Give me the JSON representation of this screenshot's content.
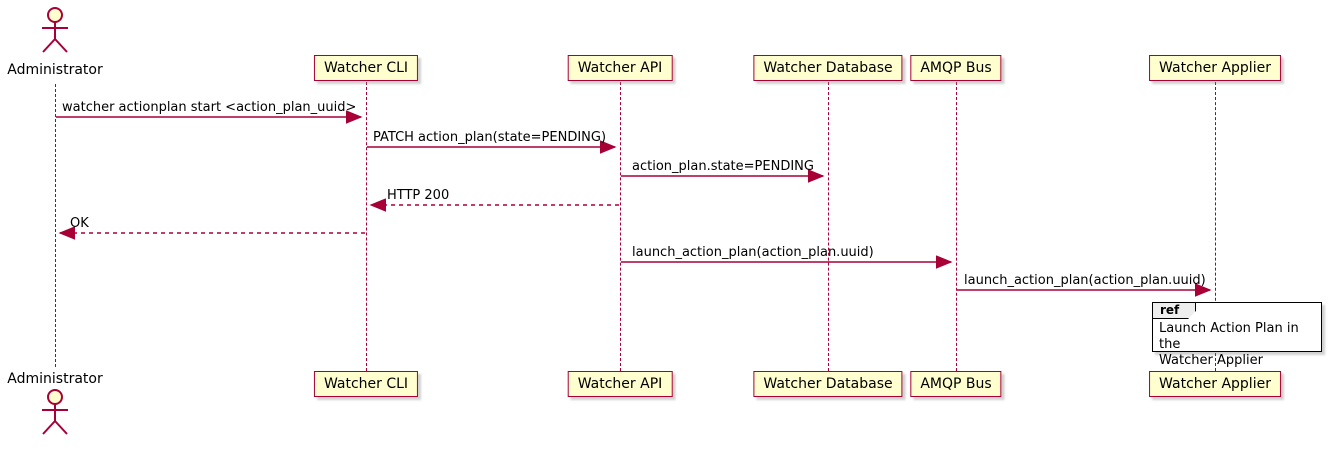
{
  "diagram": {
    "type": "sequence",
    "actor": {
      "name": "Administrator"
    },
    "participants": [
      {
        "label": "Watcher CLI"
      },
      {
        "label": "Watcher API"
      },
      {
        "label": "Watcher Database"
      },
      {
        "label": "AMQP Bus"
      },
      {
        "label": "Watcher Applier"
      }
    ],
    "messages": [
      {
        "from": "Administrator",
        "to": "Watcher CLI",
        "text": "watcher actionplan start <action_plan_uuid>",
        "style": "solid"
      },
      {
        "from": "Watcher CLI",
        "to": "Watcher API",
        "text": "PATCH action_plan(state=PENDING)",
        "style": "solid"
      },
      {
        "from": "Watcher API",
        "to": "Watcher Database",
        "text": "action_plan.state=PENDING",
        "style": "solid"
      },
      {
        "from": "Watcher API",
        "to": "Watcher CLI",
        "text": "HTTP 200",
        "style": "dashed"
      },
      {
        "from": "Watcher CLI",
        "to": "Administrator",
        "text": "OK",
        "style": "dashed"
      },
      {
        "from": "Watcher API",
        "to": "AMQP Bus",
        "text": "launch_action_plan(action_plan.uuid)",
        "style": "solid"
      },
      {
        "from": "AMQP Bus",
        "to": "Watcher Applier",
        "text": "launch_action_plan(action_plan.uuid)",
        "style": "solid"
      }
    ],
    "ref": {
      "keyword": "ref",
      "line1": "Launch Action Plan in the",
      "line2": "Watcher Applier"
    },
    "colors": {
      "participant_fill": "#FEFECE",
      "line": "#A80036",
      "text": "#000000",
      "ref_border": "#000000"
    }
  }
}
